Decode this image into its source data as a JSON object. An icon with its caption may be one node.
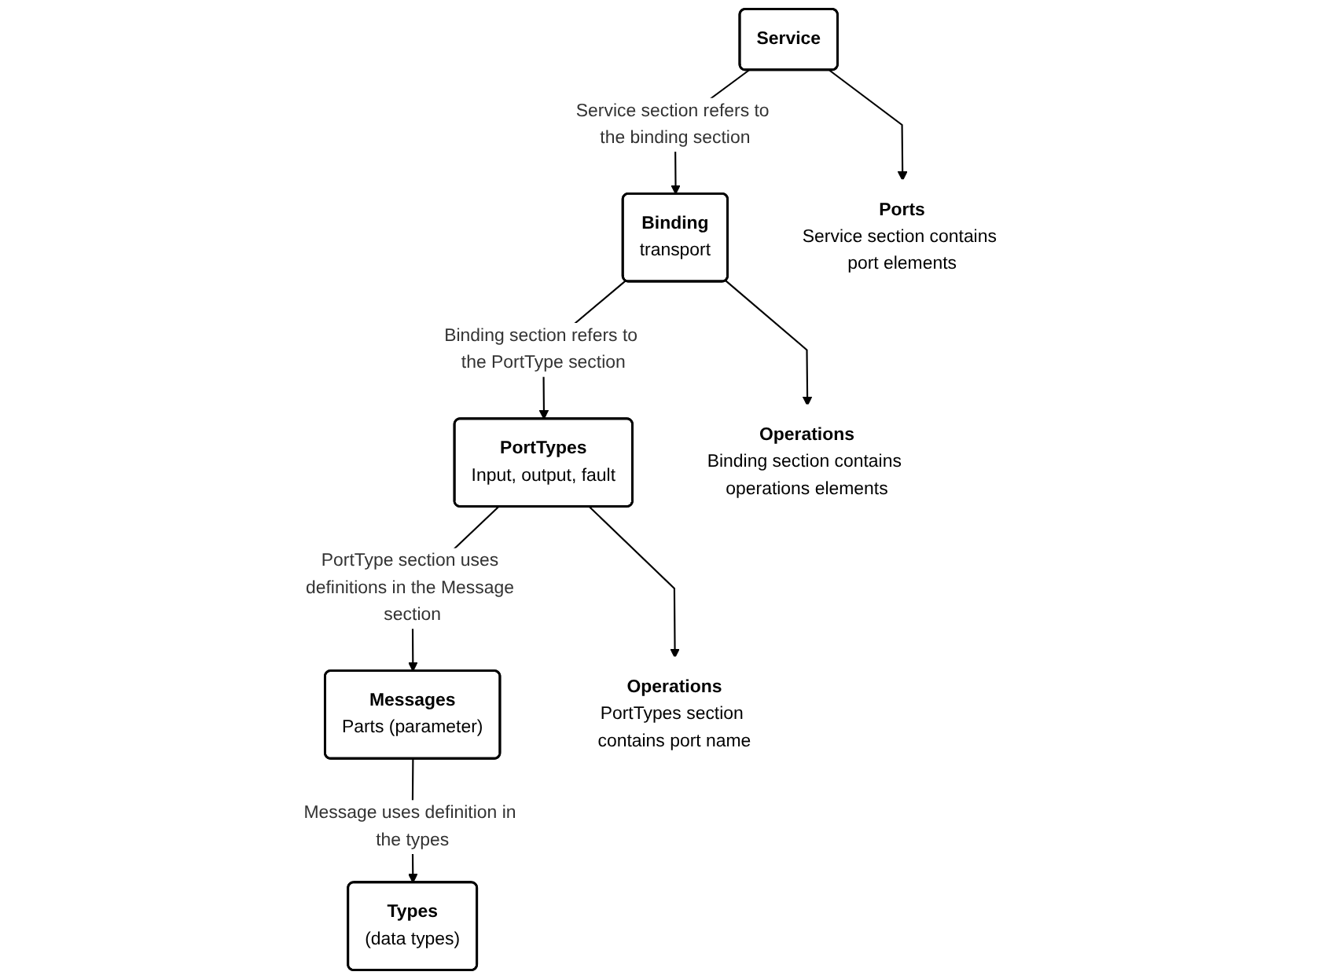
{
  "diagram": {
    "nodes": [
      {
        "text": [
          "Service"
        ]
      },
      {
        "text": [
          "Binding",
          "transport"
        ]
      },
      {
        "text": [
          "PortTypes",
          "Input, output, fault"
        ]
      },
      {
        "text": [
          "Messages",
          "Parts (parameter)"
        ]
      },
      {
        "text": [
          "Types",
          "(data types)"
        ]
      },
      {
        "text": [
          "Ports",
          "Service section contains port elements"
        ]
      },
      {
        "text": [
          "Operations",
          "Binding section contains operations elements"
        ]
      },
      {
        "text": [
          "Operations",
          "PortTypes section contains port name"
        ]
      }
    ],
    "edges": [
      {
        "from": 0,
        "to": 1,
        "arrow": "to",
        "label": "Service section refers to the binding section"
      },
      {
        "from": 1,
        "to": 2,
        "arrow": "to",
        "label": "Binding section refers to the PortType section"
      },
      {
        "from": 2,
        "to": 3,
        "arrow": "to",
        "label": "PortType section uses definitions in the Message section"
      },
      {
        "from": 3,
        "to": 4,
        "arrow": "to",
        "label": "Message uses definition in the types"
      },
      {
        "from": 0,
        "to": 5,
        "arrow": "to"
      },
      {
        "from": 1,
        "to": 6,
        "arrow": "to"
      },
      {
        "from": 2,
        "to": 7,
        "arrow": "to"
      }
    ]
  }
}
